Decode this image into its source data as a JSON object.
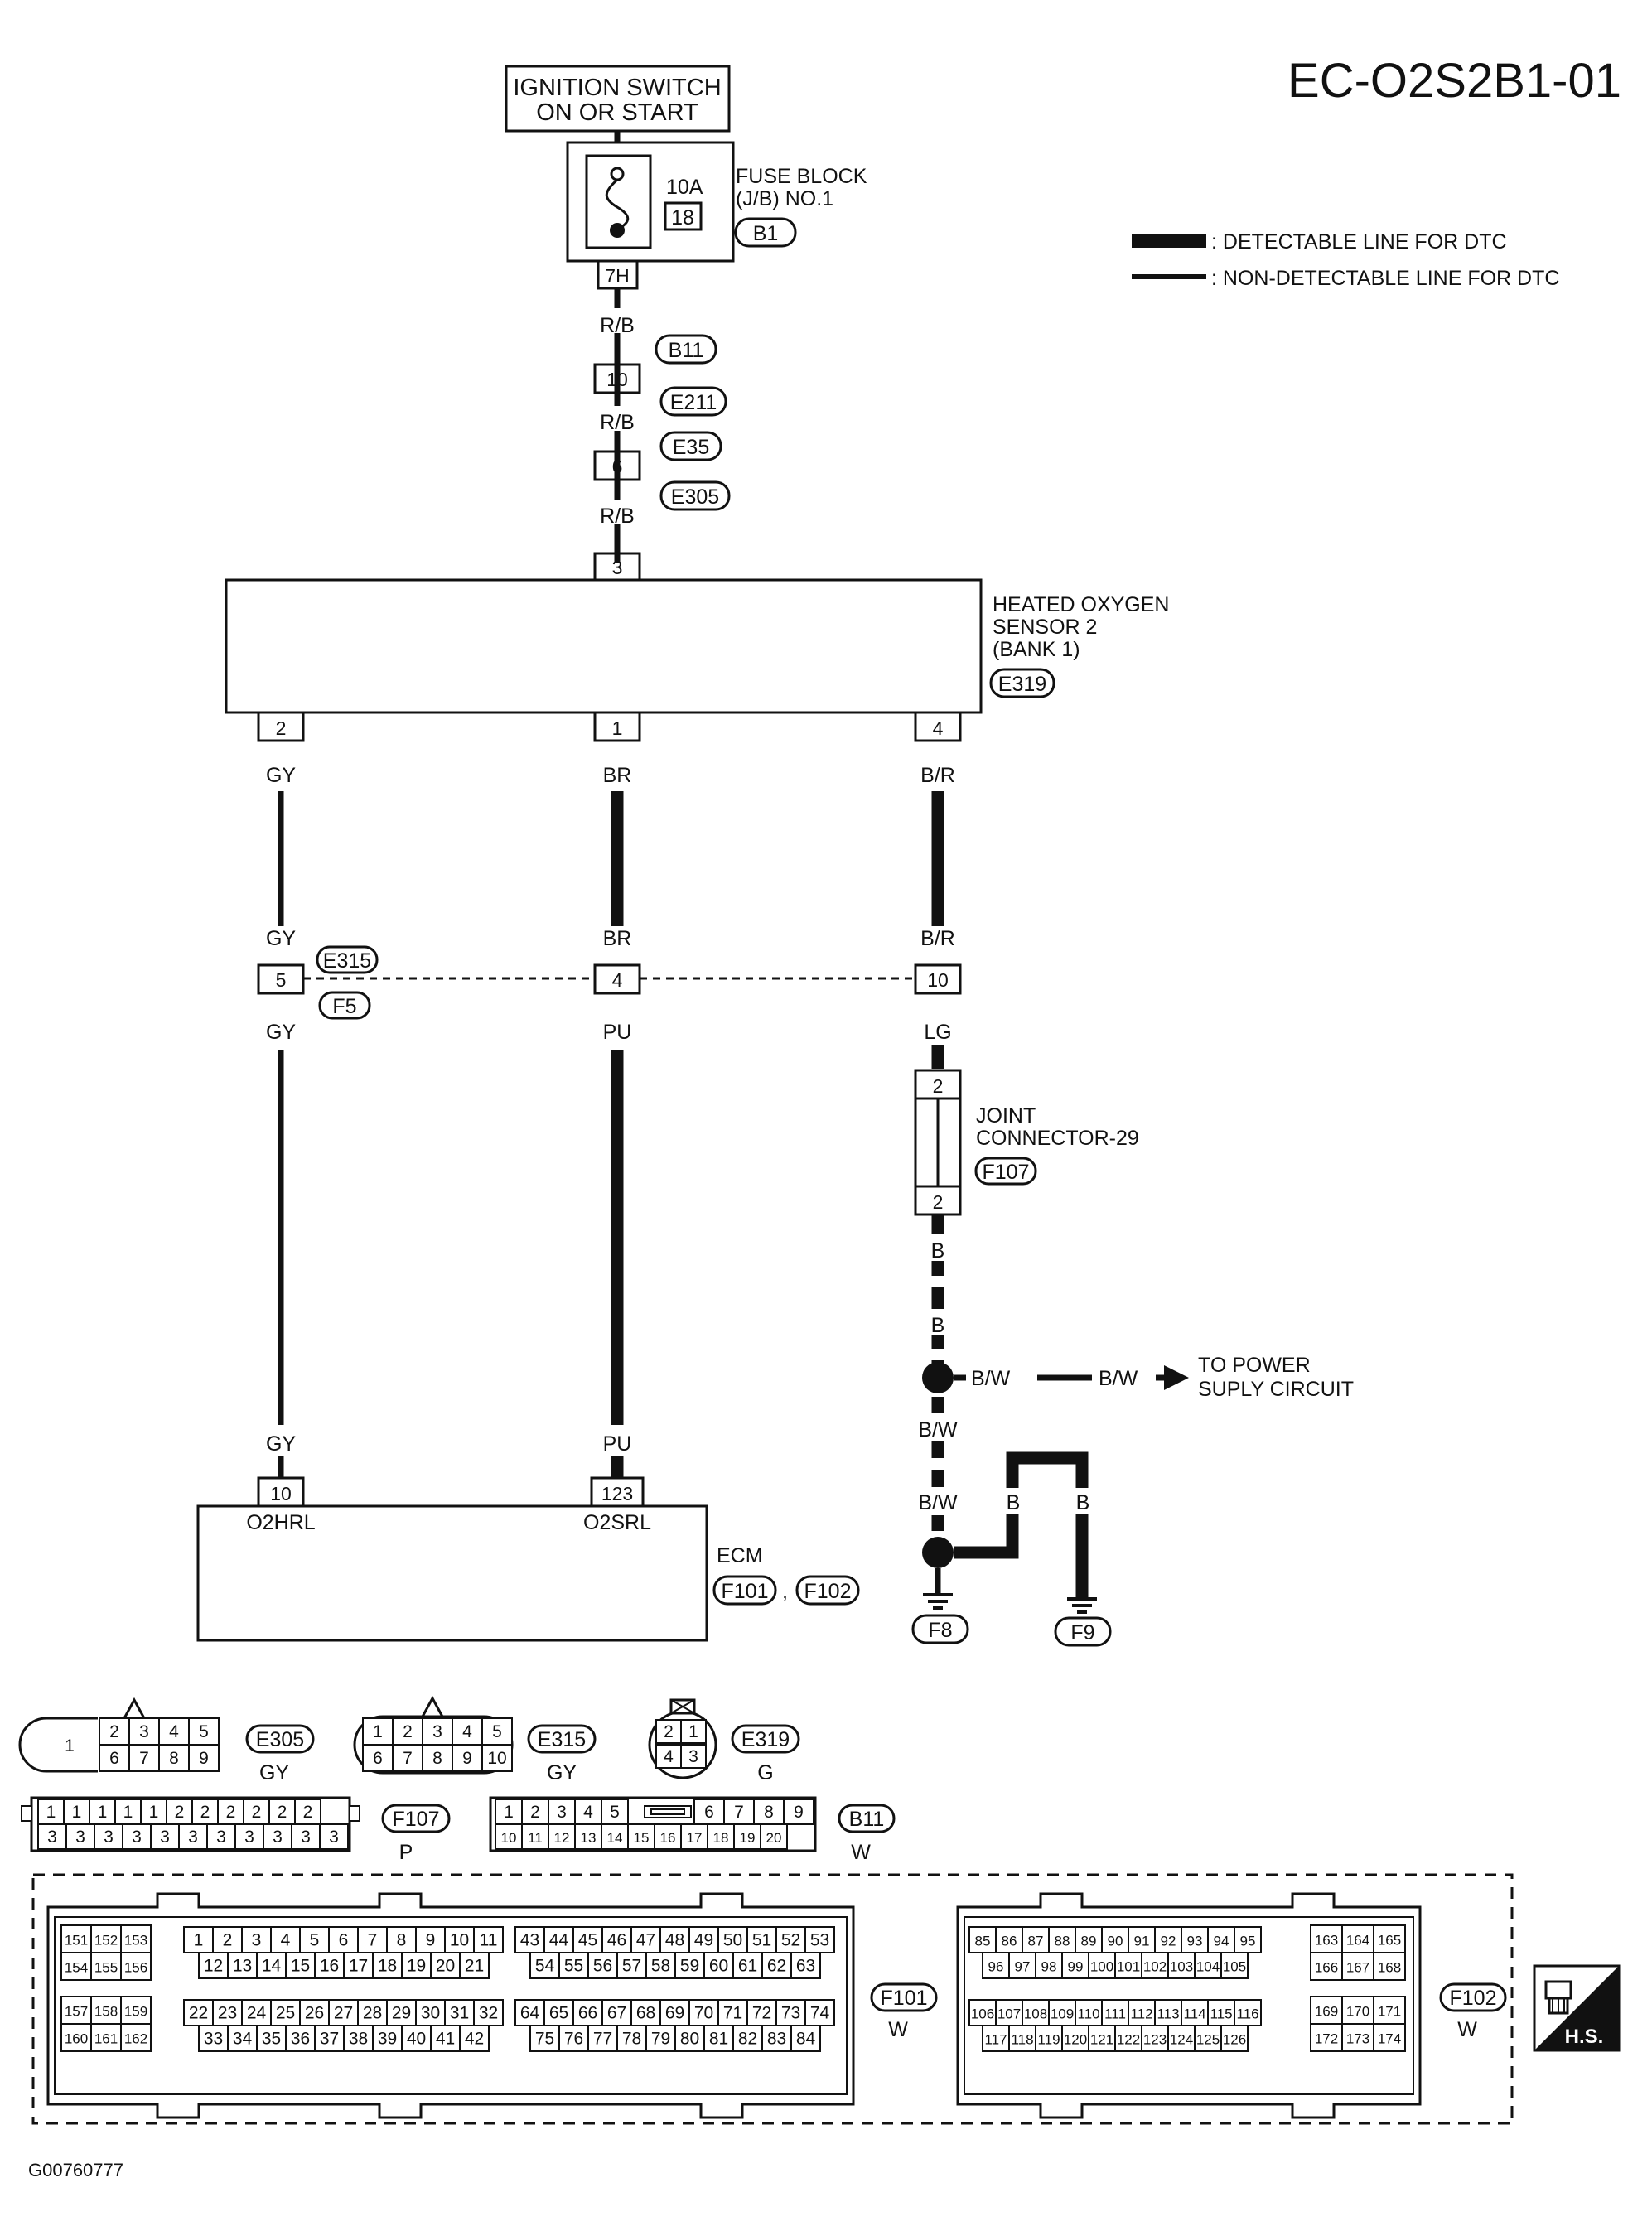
{
  "diagram_code": "EC-O2S2B1-01",
  "figure_id": "G00760777",
  "legend": {
    "detectable": ": DETECTABLE LINE FOR DTC",
    "non_detectable": ": NON-DETECTABLE LINE FOR DTC"
  },
  "ignition": {
    "line1": "IGNITION SWITCH",
    "line2": "ON OR START"
  },
  "fuse_block": {
    "line1": "FUSE BLOCK",
    "line2": "(J/B) NO.1",
    "connector": "B1",
    "rating": "10A",
    "fuse_no": "18",
    "terminal": "7H"
  },
  "top_chain": {
    "wire1": "R/B",
    "conn_b11": "B11",
    "pin10": "10",
    "conn_e211": "E211",
    "wire2": "R/B",
    "pin6": "6",
    "conn_e35": "E35",
    "conn_e305": "E305",
    "wire3": "R/B",
    "pin3": "3"
  },
  "sensor": {
    "line1": "HEATED OXYGEN",
    "line2": "SENSOR 2",
    "line3": "(BANK 1)",
    "connector": "E319",
    "pin_left": "2",
    "pin_mid": "1",
    "pin_right": "4"
  },
  "wires": {
    "left_top": "GY",
    "mid_top": "BR",
    "right_top": "B/R",
    "left_upper2": "GY",
    "mid_upper2": "BR",
    "right_upper2": "B/R",
    "left_lower": "GY",
    "mid_lower": "PU",
    "right_lower": "LG",
    "left_bottom": "GY",
    "mid_bottom": "PU"
  },
  "harness": {
    "conn_e315": "E315",
    "conn_f5": "F5",
    "pin_left": "5",
    "pin_mid": "4",
    "pin_right": "10"
  },
  "joint": {
    "line1": "JOINT",
    "line2": "CONNECTOR-29",
    "connector": "F107",
    "pin_top": "2",
    "pin_bottom": "2"
  },
  "ground": {
    "wire_b1": "B",
    "wire_b2": "B",
    "bw_left": "B/W",
    "bw_right": "B/W",
    "to_line1": "TO POWER",
    "to_line2": "SUPLY CIRCUIT",
    "bw_down": "B/W",
    "bw_down2": "B/W",
    "b_left": "B",
    "b_right": "B",
    "gnd1": "F8",
    "gnd2": "F9"
  },
  "ecm": {
    "label": "ECM",
    "pin_left": "10",
    "pin_left_label": "O2HRL",
    "pin_mid": "123",
    "pin_mid_label": "O2SRL",
    "conn1": "F101",
    "sep": ",",
    "conn2": "F102"
  },
  "connector_views": {
    "e305": {
      "id": "E305",
      "color": "GY"
    },
    "e315": {
      "id": "E315",
      "color": "GY"
    },
    "e319": {
      "id": "E319",
      "color": "G"
    },
    "f107": {
      "id": "F107",
      "color": "P"
    },
    "b11": {
      "id": "B11",
      "color": "W"
    },
    "f101": {
      "id": "F101",
      "color": "W"
    },
    "f102": {
      "id": "F102",
      "color": "W"
    },
    "hs_label": "H.S."
  }
}
